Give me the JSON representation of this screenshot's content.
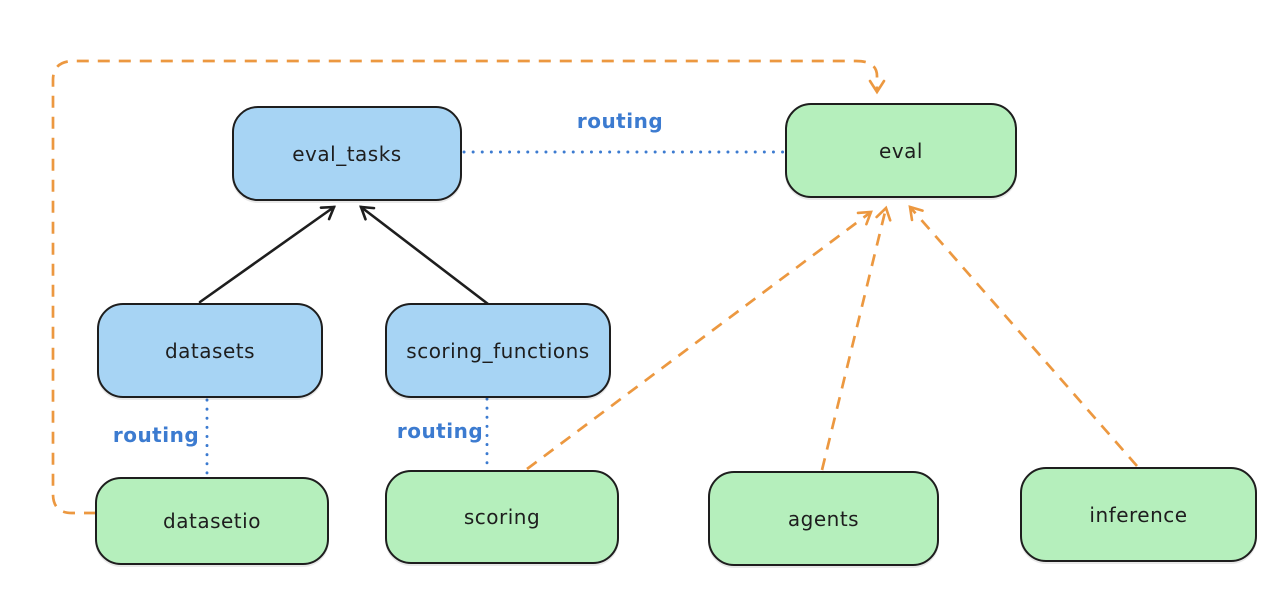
{
  "diagram": {
    "nodes": [
      {
        "id": "eval_tasks",
        "label": "eval_tasks",
        "fill": "blue"
      },
      {
        "id": "eval",
        "label": "eval",
        "fill": "green"
      },
      {
        "id": "datasets",
        "label": "datasets",
        "fill": "blue"
      },
      {
        "id": "scoring_functions",
        "label": "scoring_functions",
        "fill": "blue"
      },
      {
        "id": "datasetio",
        "label": "datasetio",
        "fill": "green"
      },
      {
        "id": "scoring",
        "label": "scoring",
        "fill": "green"
      },
      {
        "id": "agents",
        "label": "agents",
        "fill": "green"
      },
      {
        "id": "inference",
        "label": "inference",
        "fill": "green"
      }
    ],
    "edges": [
      {
        "from": "datasets",
        "to": "eval_tasks",
        "style": "solid-arrow",
        "color": "#1e1e1e"
      },
      {
        "from": "scoring_functions",
        "to": "eval_tasks",
        "style": "solid-arrow",
        "color": "#1e1e1e"
      },
      {
        "from": "eval_tasks",
        "to": "eval",
        "style": "dotted",
        "label": "routing",
        "color": "#3c7bd0"
      },
      {
        "from": "datasets",
        "to": "datasetio",
        "style": "dotted",
        "label": "routing",
        "color": "#3c7bd0"
      },
      {
        "from": "scoring_functions",
        "to": "scoring",
        "style": "dotted",
        "label": "routing",
        "color": "#3c7bd0"
      },
      {
        "from": "datasetio",
        "to": "eval",
        "style": "dashed-arrow",
        "color": "#ec9840"
      },
      {
        "from": "scoring",
        "to": "eval",
        "style": "dashed-arrow",
        "color": "#ec9840"
      },
      {
        "from": "agents",
        "to": "eval",
        "style": "dashed-arrow",
        "color": "#ec9840"
      },
      {
        "from": "inference",
        "to": "eval",
        "style": "dashed-arrow",
        "color": "#ec9840"
      }
    ],
    "colors": {
      "node_blue_fill": "#a7d4f4",
      "node_green_fill": "#b5efbc",
      "node_border": "#1e1e1e",
      "routing_blue": "#3c7bd0",
      "dependency_orange": "#ec9840",
      "background": "#ffffff"
    }
  }
}
